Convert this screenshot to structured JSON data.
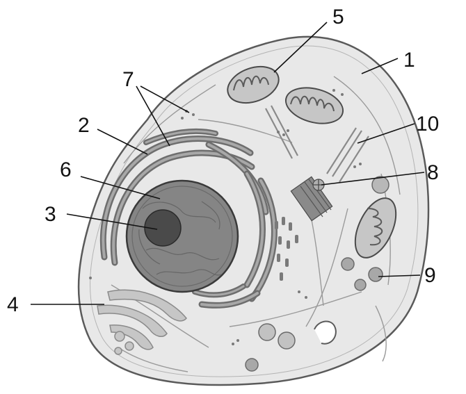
{
  "labels": {
    "l1": "1",
    "l2": "2",
    "l3": "3",
    "l4": "4",
    "l5": "5",
    "l6": "6",
    "l7": "7",
    "l8": "8",
    "l9": "9",
    "l10": "10"
  },
  "colors": {
    "cytoplasm": "#e8e8e8",
    "membrane": "#5a5a5a",
    "nucleus": "#858585",
    "nucleolus": "#4a4a4a",
    "er": "#8c8c8c",
    "organelle": "#c6c6c6"
  }
}
